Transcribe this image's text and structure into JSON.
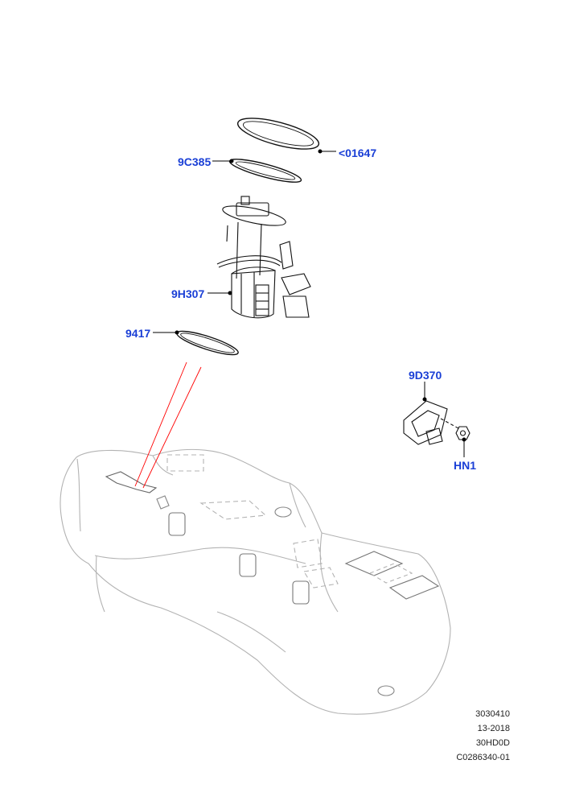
{
  "callouts": {
    "c01647": "<01647",
    "c9C385": "9C385",
    "c9H307": "9H307",
    "c9417": "9417",
    "c9D370": "9D370",
    "cHN1": "HN1"
  },
  "footer": {
    "line1": "3030410",
    "line2": "13-2018",
    "line3": "30HD0D",
    "line4": "C0286340-01"
  },
  "colors": {
    "callout_text": "#1a3fd6",
    "leader_line": "#000000",
    "guide_line": "#ff0000",
    "part_outline": "#000000",
    "tank_outline": "#b0b0b0"
  }
}
